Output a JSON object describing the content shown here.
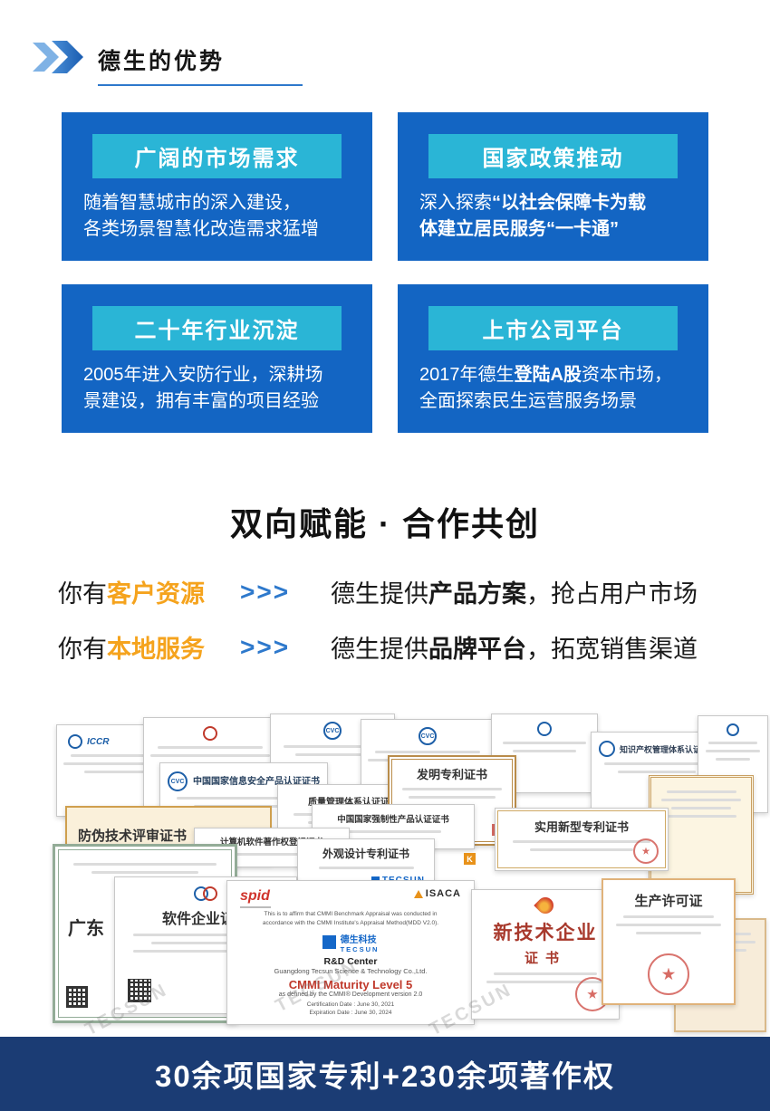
{
  "header": {
    "title": "德生的优势"
  },
  "cards": [
    {
      "title": "广阔的市场需求",
      "l1": "随着智慧城市的深入建设，",
      "l2": "各类场景智慧化改造需求猛增"
    },
    {
      "title": "国家政策推动",
      "l1a": "深入探索",
      "l1b": "“以社会保障卡为载",
      "l2b": "体建立居民服务“一卡通”"
    },
    {
      "title": "二十年行业沉淀",
      "l1": "2005年进入安防行业，深耕场",
      "l2": "景建设，拥有丰富的项目经验"
    },
    {
      "title": "上市公司平台",
      "l1a": "2017年德生",
      "l1b": "登陆A股",
      "l1c": "资本市场，",
      "l2": "全面探索民生运营服务场景"
    }
  ],
  "synergy": {
    "title": "双向赋能 · 合作共创",
    "rows": [
      {
        "prefix": "你有",
        "highlight": "客户资源",
        "arrows": ">>>",
        "mid": "德生提供",
        "strong": "产品方案",
        "suffix": "，抢占用户市场"
      },
      {
        "prefix": "你有",
        "highlight": "本地服务",
        "arrows": ">>>",
        "mid": "德生提供",
        "strong": "品牌平台",
        "suffix": "，拓宽销售渠道"
      }
    ]
  },
  "collage": {
    "iccr": "ICCR",
    "cvc": "CVC",
    "spid": "spid",
    "isaca": "ISACA",
    "k_mark": "K",
    "tecsun_watermark": "TECSUN",
    "tecsun_logo": {
      "cn": "德生科技",
      "en": "TECSUN"
    },
    "titles": {
      "ipr": "知识产权管理体系认证",
      "infosec": "中国国家信息安全产品认证证书",
      "quality": "质量管理体系认证证书",
      "invention": "发明专利证书",
      "compulsory": "中国国家强制性产品认证证书",
      "antifake": "防伪技术评审证书",
      "software_copyright": "计算机软件著作权登记证书",
      "utility": "实用新型专利证书",
      "design": "外观设计专利证书",
      "guangdong": "广东",
      "software_enterprise": "软件企业证书",
      "hightech": "新技术企业",
      "hightech_sub": "证书",
      "license": "生产许可证"
    },
    "cmmi": {
      "line1": "This is to affirm that CMMI Benchmark Appraisal was conducted in",
      "line2": "accordance with the CMMI Institute's Appraisal Method(MDD V2.0).",
      "rd": "R&D Center",
      "company": "Guangdong Tecsun Science & Technology Co.,Ltd.",
      "level": "CMMI Maturity Level 5",
      "defined": "as defined by the CMMI® Development version 2.0",
      "date1": "Certification Date : June 30, 2021",
      "date2": "Expiration Date : June 30, 2024"
    }
  },
  "footer": {
    "banner": "30余项国家专利+230余项著作权"
  },
  "colors": {
    "card_blue": "#1365c3",
    "badge_cyan": "#2ab5d6",
    "accent_orange": "#f5a31d",
    "arrow_blue": "#2e79cc",
    "footer_navy": "#1b3c74"
  }
}
